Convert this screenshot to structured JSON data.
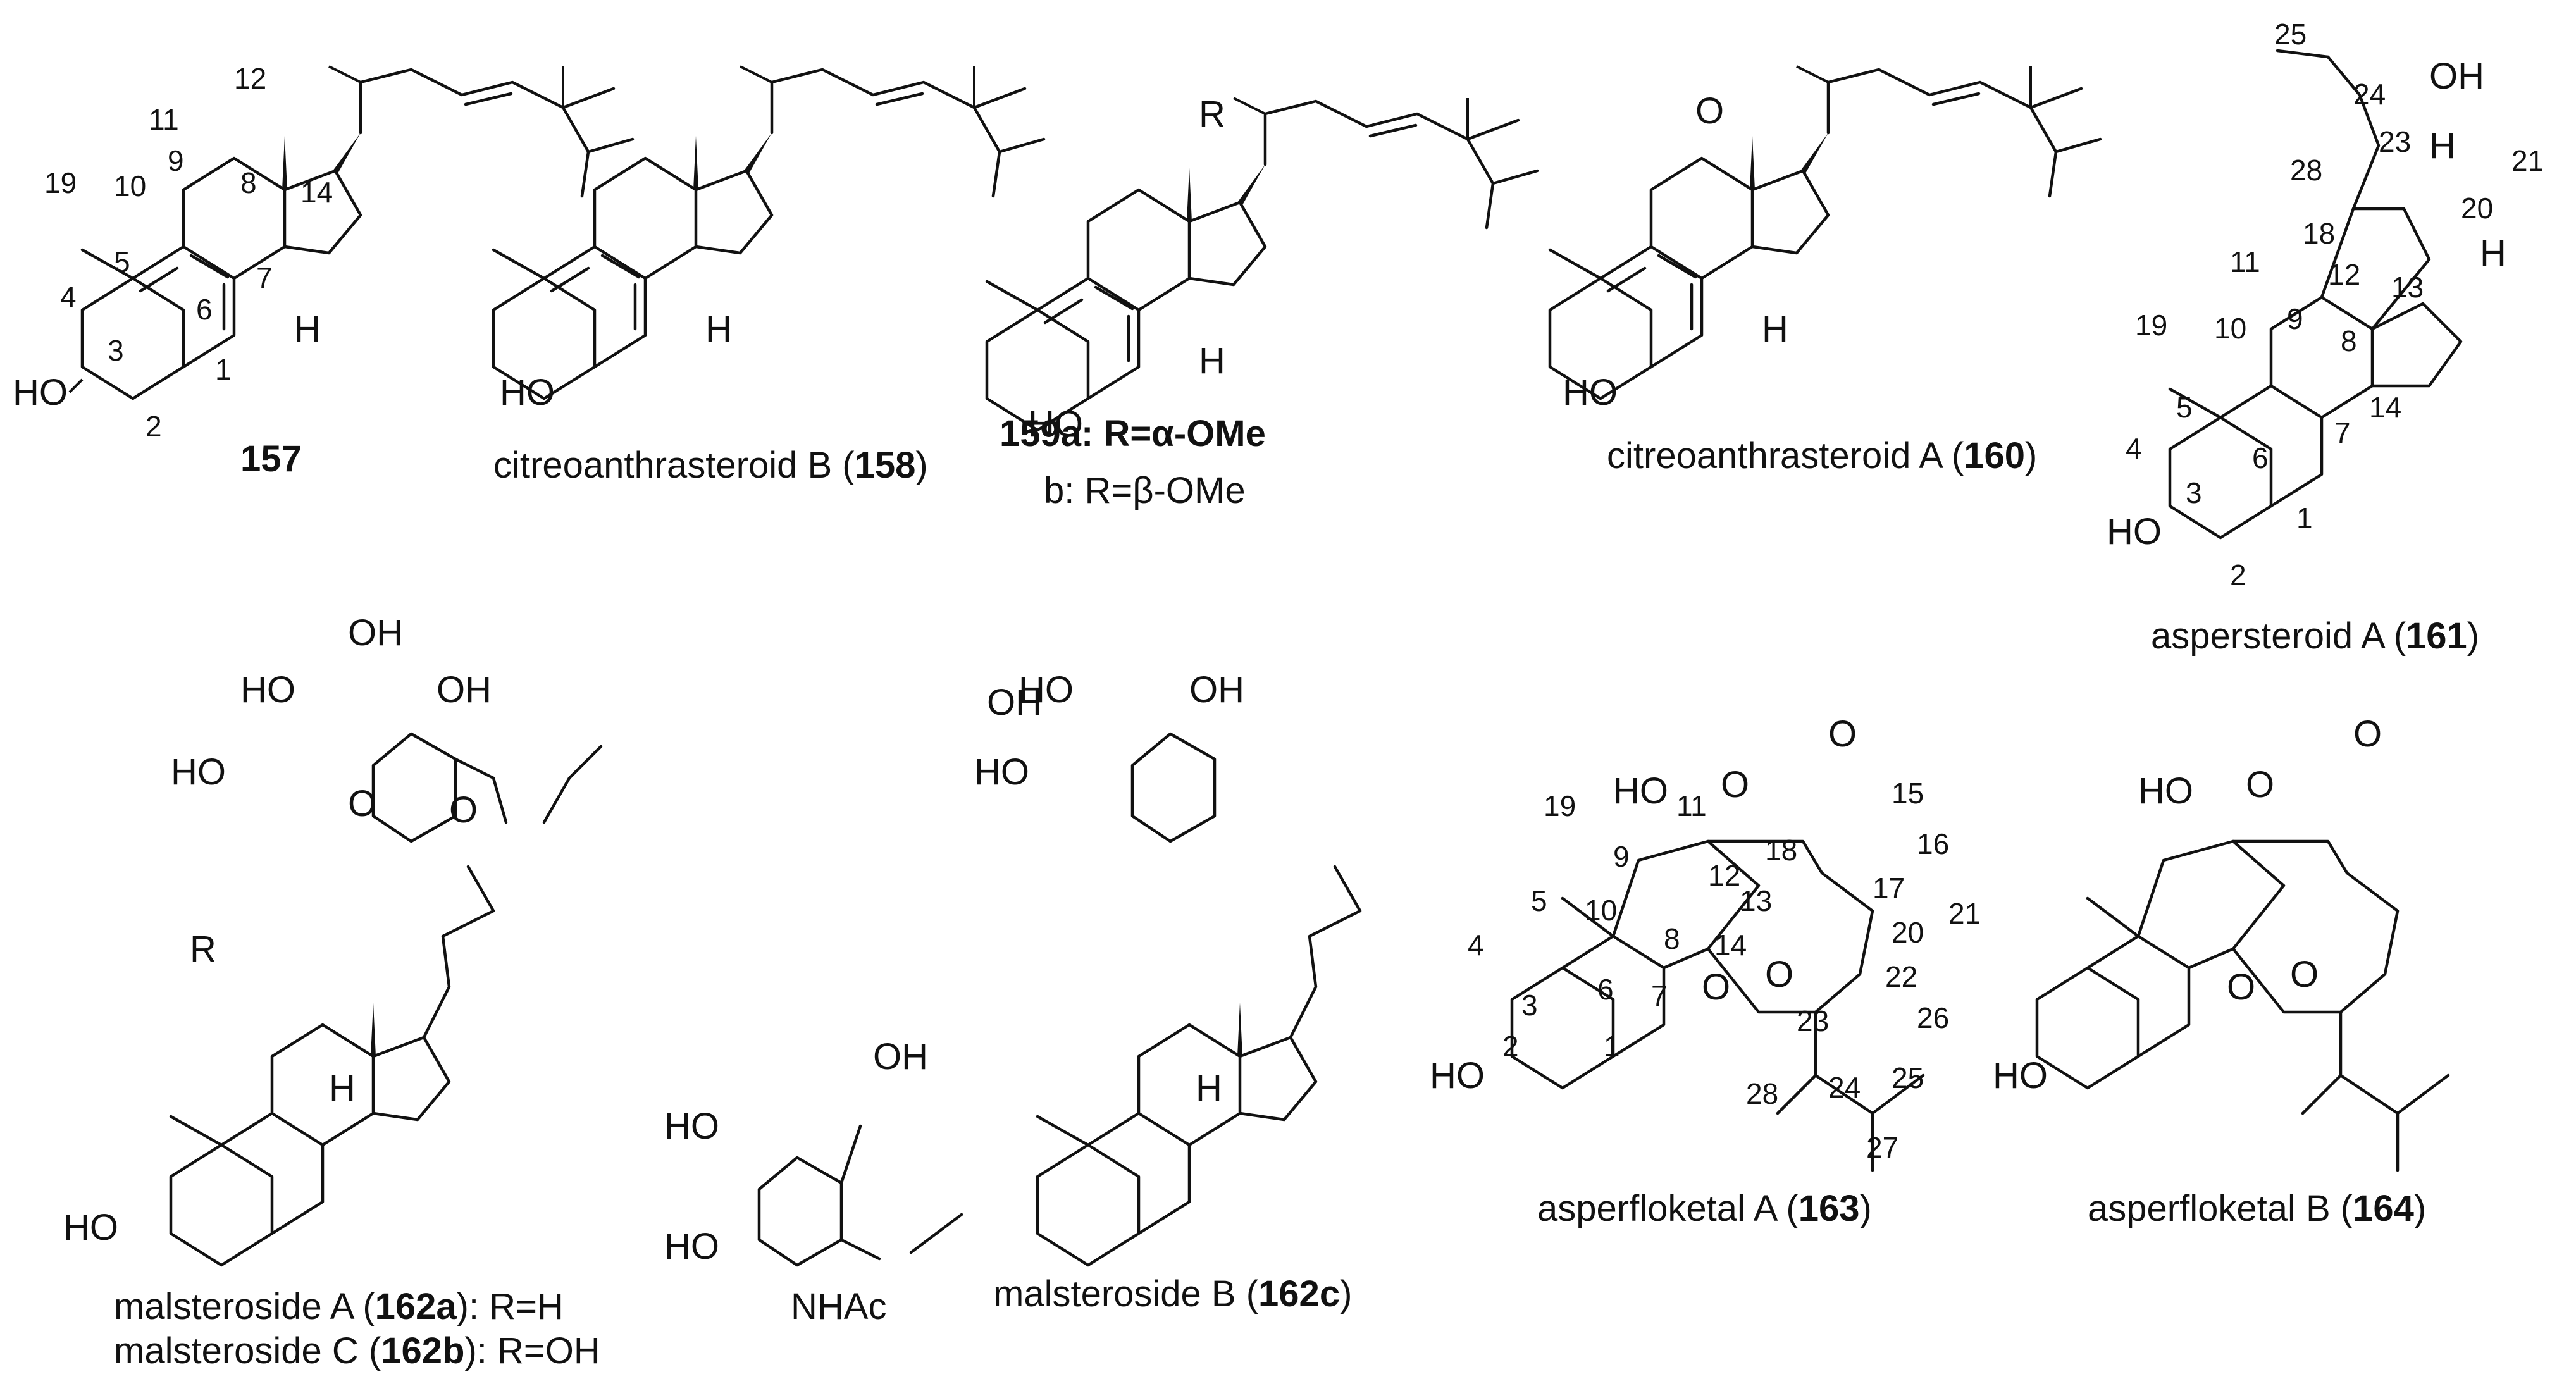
{
  "structures": [
    {
      "id": "157",
      "name": "",
      "label_bold": "157"
    },
    {
      "id": "158",
      "name": "citreoanthrasteroid B",
      "label_bold": "158"
    },
    {
      "id": "159",
      "labels": [
        "159a: R=α-OMe",
        "b: R=β-OMe"
      ],
      "substituent": "R"
    },
    {
      "id": "160",
      "name": "citreoanthrasteroid A",
      "label_bold": "160"
    },
    {
      "id": "161",
      "name": "aspersteroid A",
      "label_bold": "161"
    },
    {
      "id": "162",
      "name": "malsteroside",
      "variants": [
        {
          "name": "malsteroside A",
          "code": "162a",
          "r": "R=H"
        },
        {
          "name": "malsteroside C",
          "code": "162b",
          "r": "R=OH"
        }
      ]
    },
    {
      "id": "162c",
      "name": "malsteroside B",
      "label_bold": "162c",
      "sugar_substituent": "NHAc"
    },
    {
      "id": "163",
      "name": "asperfloketal A",
      "label_bold": "163"
    },
    {
      "id": "164",
      "name": "asperfloketal B",
      "label_bold": "164"
    }
  ],
  "atom_labels": {
    "ho": "HO",
    "oh": "OH",
    "h": "H",
    "o": "O",
    "r": "R",
    "nhac": "NHAc"
  },
  "numbering_157": [
    "19",
    "10",
    "5",
    "4",
    "3",
    "2",
    "1",
    "6",
    "7",
    "8",
    "9",
    "11",
    "12",
    "14"
  ],
  "numbering_161": [
    "25",
    "24",
    "23",
    "28",
    "21",
    "20",
    "18",
    "13",
    "12",
    "11",
    "9",
    "10",
    "19",
    "8",
    "14",
    "5",
    "4",
    "3",
    "6",
    "7",
    "1",
    "2"
  ],
  "numbering_163": [
    "19",
    "11",
    "18",
    "12",
    "13",
    "15",
    "16",
    "17",
    "21",
    "20",
    "14",
    "22",
    "23",
    "24",
    "25",
    "26",
    "27",
    "28",
    "9",
    "10",
    "5",
    "8",
    "6",
    "7",
    "4",
    "3",
    "1",
    "2"
  ]
}
